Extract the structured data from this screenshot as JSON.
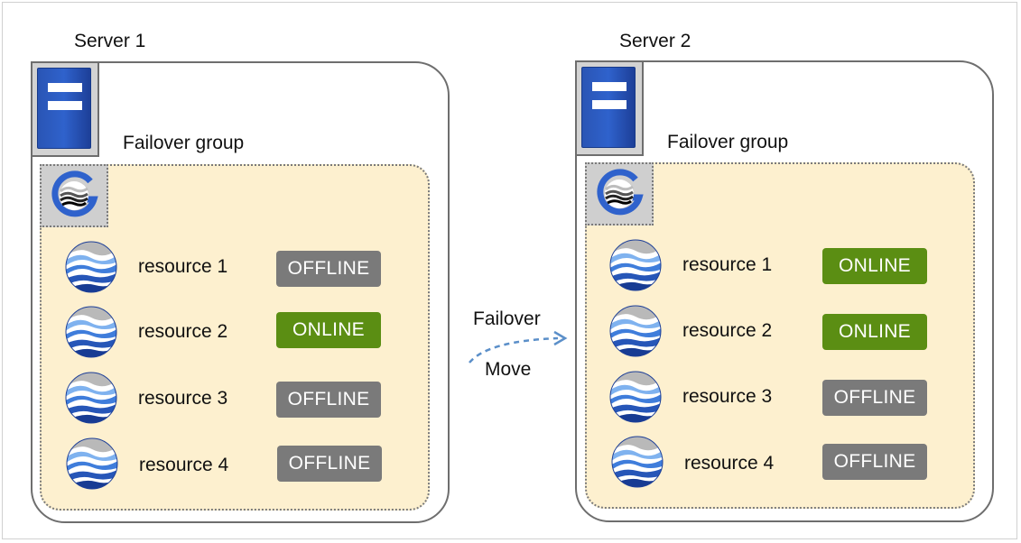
{
  "servers": [
    {
      "title": "Server 1",
      "group_label": "Failover group",
      "resources": [
        {
          "label": "resource 1",
          "status": "OFFLINE"
        },
        {
          "label": "resource 2",
          "status": "ONLINE"
        },
        {
          "label": "resource 3",
          "status": "OFFLINE"
        },
        {
          "label": "resource 4",
          "status": "OFFLINE"
        }
      ]
    },
    {
      "title": "Server 2",
      "group_label": "Failover group",
      "resources": [
        {
          "label": "resource 1",
          "status": "ONLINE"
        },
        {
          "label": "resource 2",
          "status": "ONLINE"
        },
        {
          "label": "resource 3",
          "status": "OFFLINE"
        },
        {
          "label": "resource 4",
          "status": "OFFLINE"
        }
      ]
    }
  ],
  "arrow": {
    "top_label": "Failover",
    "bottom_label": "Move"
  },
  "colors": {
    "online": "#5b8e13",
    "offline": "#7a7a7a",
    "group_fill": "#fdf0cf",
    "arrow": "#5b8fc9",
    "server_blue": "#2f62cc"
  },
  "icons": {
    "server": "server-tower-icon",
    "group": "failover-group-icon",
    "resource": "resource-icon"
  }
}
